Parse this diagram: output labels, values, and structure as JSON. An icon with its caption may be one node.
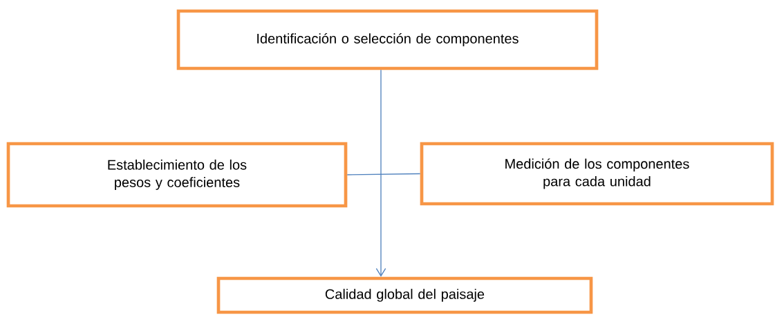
{
  "diagram": {
    "nodes": [
      {
        "text": [
          "Identificación o selección de componentes"
        ]
      },
      {
        "text": [
          "Establecimiento de los pesos y coeficientes"
        ]
      },
      {
        "text": [
          "Medición de los componentes para cada unidad"
        ]
      },
      {
        "text": [
          "Calidad global del paisaje"
        ]
      }
    ],
    "edges": [
      {
        "from": 0,
        "to": 3,
        "arrow": "to"
      },
      {
        "from": 1,
        "to": 2,
        "arrow": "none"
      }
    ]
  }
}
